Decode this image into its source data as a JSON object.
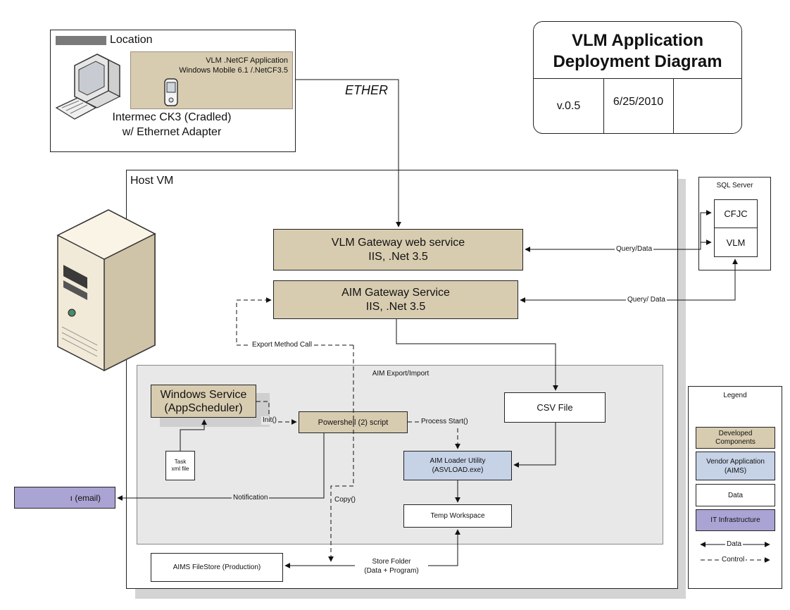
{
  "title_block": {
    "title_line1": "VLM Application",
    "title_line2": "Deployment Diagram",
    "version": "v.0.5",
    "date": "6/25/2010"
  },
  "location": {
    "label": "Location",
    "app_line1": "VLM .NetCF Application",
    "app_line2": "Windows Mobile 6.1 /.NetCF3.5",
    "device_line1": "Intermec CK3 (Cradled)",
    "device_line2": "w/ Ethernet Adapter",
    "ether": "ETHER"
  },
  "host": {
    "label": "Host VM",
    "vlm_gateway_line1": "VLM Gateway web service",
    "vlm_gateway_line2": "IIS, .Net 3.5",
    "aim_gateway_line1": "AIM Gateway Service",
    "aim_gateway_line2": "IIS, .Net 3.5",
    "export_method_call": "Export Method Call",
    "aim_export_import": "AIM Export/Import",
    "windows_service_line1": "Windows Service",
    "windows_service_line2": "(AppScheduler)",
    "task_line1": "Task",
    "task_line2": "xml file",
    "init": "Init()",
    "powershell": "Powershell (2) script",
    "process_start": "Process Start()",
    "csv_file": "CSV File",
    "loader_line1": "AIM Loader Utility",
    "loader_line2": "(ASVLOAD.exe)",
    "temp_workspace": "Temp Workspace",
    "notification": "Notification",
    "copy": "Copy()",
    "store_folder_line1": "Store Folder",
    "store_folder_line2": "(Data + Program)",
    "filestore": "AIMS FileStore (Production)"
  },
  "sql": {
    "label": "SQL Server",
    "db1": "CFJC",
    "db2": "VLM",
    "query_data_1": "Query/Data",
    "query_data_2": "Query/ Data"
  },
  "email": {
    "label": "ı (email)"
  },
  "legend": {
    "title": "Legend",
    "developed_line1": "Developed",
    "developed_line2": "Components",
    "vendor_line1": "Vendor Application",
    "vendor_line2": "(AIMS)",
    "data": "Data",
    "it_infra": "IT Infrastructure",
    "data_arrow": "Data",
    "control_arrow": "Control"
  },
  "colors": {
    "developed": "#d8ccb0",
    "vendor": "#c6d2e6",
    "it_infrastructure": "#aaa4d4",
    "export_area": "#e8e8e8"
  }
}
